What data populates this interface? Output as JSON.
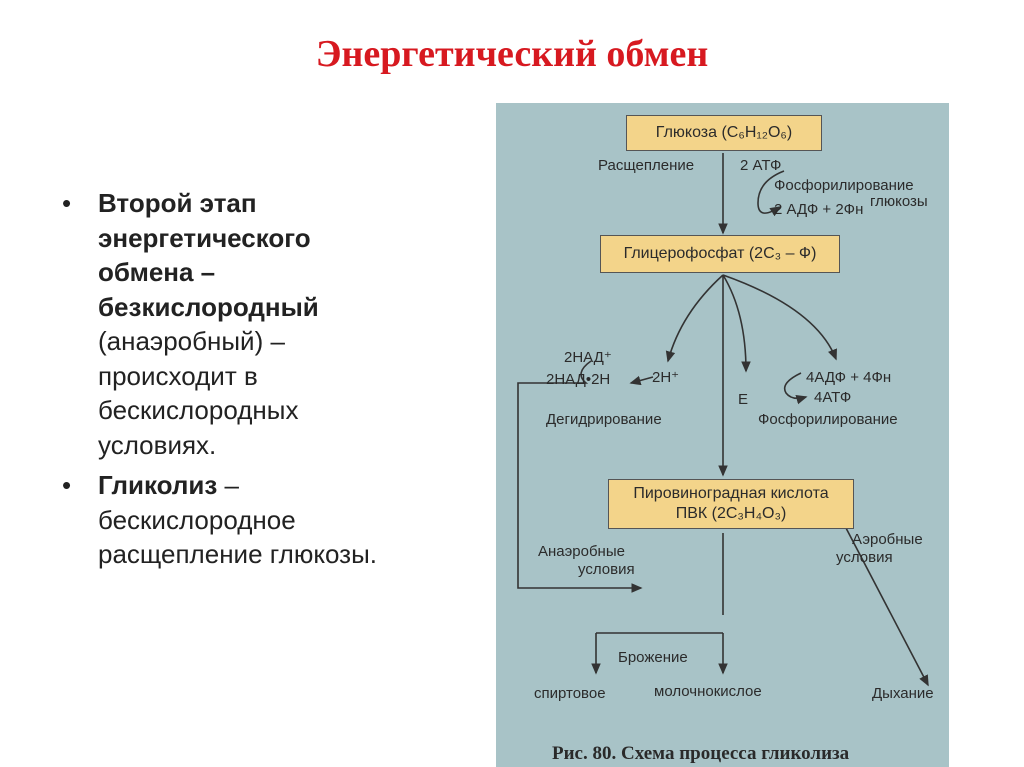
{
  "slide": {
    "title": "Энергетический обмен",
    "bullets": [
      {
        "bold": "Второй этап энергетического обмена – безкислородный",
        "rest": "(анаэробный) – происходит в бескислородных условиях."
      },
      {
        "bold": "Гликолиз",
        "rest": " – бескислородное расщепление глюкозы."
      }
    ]
  },
  "diagram": {
    "glucose": "Глюкоза (С₆Н₁₂О₆)",
    "split": "Расщепление",
    "atp2": "2 АТФ",
    "phos_glucose_1": "Фосфорилирование",
    "phos_glucose_2": "глюкозы",
    "adp": "2 АДФ + 2Фн",
    "glycerophosphate": "Глицерофосфат (2С₃ – Ф)",
    "nad_1": "2НАД⁺",
    "nad_2": "2НАД•2Н",
    "h2": "2Н⁺",
    "dehydr": "Дегидрирование",
    "e": "Е",
    "adp4": "4АДФ + 4Фн",
    "atp4": "4АТФ",
    "phos": "Фосфорилирование",
    "pyruvic_1": "Пировиноградная кислота",
    "pyruvic_2": "ПВК (2С₃Н₄О₃)",
    "anaerobic_1": "Анаэробные",
    "anaerobic_2": "условия",
    "aerobic_1": "Аэробные",
    "aerobic_2": "условия",
    "fermentation": "Брожение",
    "alcohol": "спиртовое",
    "lactic": "молочнокислое",
    "respiration": "Дыхание",
    "caption": "Рис. 80. Схема процесса гликолиза"
  }
}
